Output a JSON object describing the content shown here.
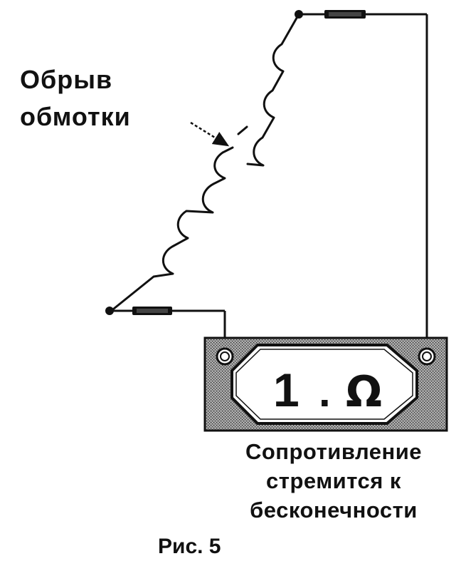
{
  "break_label": {
    "line1": "Обрыв",
    "line2": "обмотки"
  },
  "meter": {
    "display_digit": "1",
    "display_dot": ".",
    "display_unit": "Ω"
  },
  "resistance_caption": {
    "line1": "Сопротивление",
    "line2": "стремится к",
    "line3": "бесконечности"
  },
  "figure_caption": "Рис. 5",
  "colors": {
    "ink": "#111111",
    "panel": "#8a8a8a",
    "screen": "#ffffff"
  },
  "icons": [
    "coil-winding-icon",
    "resistor-icon",
    "terminal-node-icon",
    "multimeter-icon",
    "arrow-icon"
  ]
}
